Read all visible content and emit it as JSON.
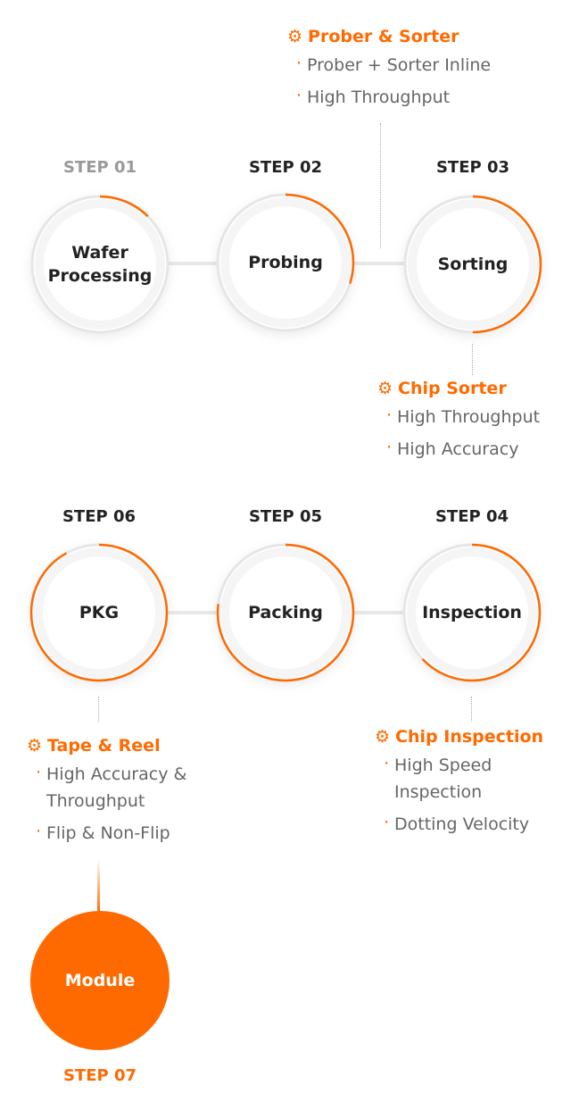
{
  "accent": "#ff6a00",
  "steps": [
    {
      "step": "STEP 01",
      "name": "Wafer Processing",
      "progress": 0.125,
      "muted": true
    },
    {
      "step": "STEP 02",
      "name": "Probing",
      "progress": 0.3
    },
    {
      "step": "STEP 03",
      "name": "Sorting",
      "progress": 0.5
    },
    {
      "step": "STEP 04",
      "name": "Inspection",
      "progress": 0.63
    },
    {
      "step": "STEP 05",
      "name": "Packing",
      "progress": 0.77
    },
    {
      "step": "STEP 06",
      "name": "PKG",
      "progress": 0.92
    },
    {
      "step": "STEP 07",
      "name": "Module",
      "progress": 1
    }
  ],
  "features": [
    {
      "title": "Prober & Sorter",
      "items": [
        "Prober + Sorter Inline",
        "High Throughput"
      ]
    },
    {
      "title": "Chip Sorter",
      "items": [
        "High Throughput",
        "High Accuracy"
      ]
    },
    {
      "title": "Chip Inspection",
      "items": [
        "High Speed Inspection",
        "Dotting Velocity"
      ]
    },
    {
      "title": "Tape & Reel",
      "items": [
        "High Accuracy & Throughput",
        "Flip & Non-Flip"
      ]
    }
  ]
}
